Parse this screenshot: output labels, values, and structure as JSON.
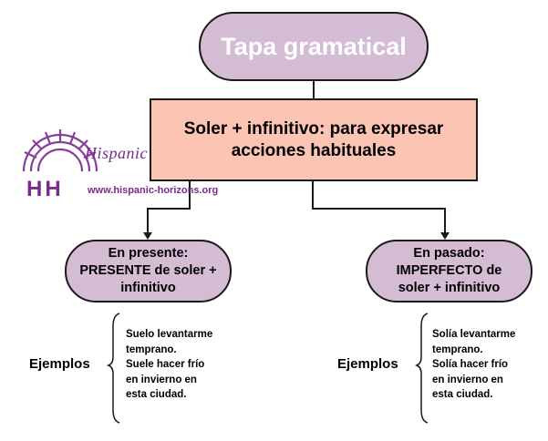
{
  "diagram": {
    "title": "Tapa gramatical",
    "main_lines": [
      "Soler + infinitivo: para expresar",
      "acciones habituales"
    ],
    "left_lines": [
      "En presente:",
      "PRESENTE de soler +",
      "infinitivo"
    ],
    "right_lines": [
      "En pasado:",
      "IMPERFECTO de",
      "soler + infinitivo"
    ],
    "left_examples_label": "Ejemplos",
    "right_examples_label": "Ejemplos",
    "left_examples": [
      "Suelo levantarme",
      "temprano.",
      "Suele hacer frío",
      "en invierno en",
      "esta ciudad."
    ],
    "right_examples": [
      "Solía levantarme",
      "temprano.",
      "Solía hacer frío",
      "en invierno en",
      "esta ciudad."
    ]
  },
  "watermark": {
    "brand": "Hispanic Horizons",
    "initials": "HH",
    "url": "www.hispanic-horizons.org"
  },
  "colors": {
    "title_fill": "#d4bcd4",
    "main_fill": "#fbc4b3",
    "oval_fill": "#d4bcd4",
    "watermark": "#7a2b8e"
  }
}
